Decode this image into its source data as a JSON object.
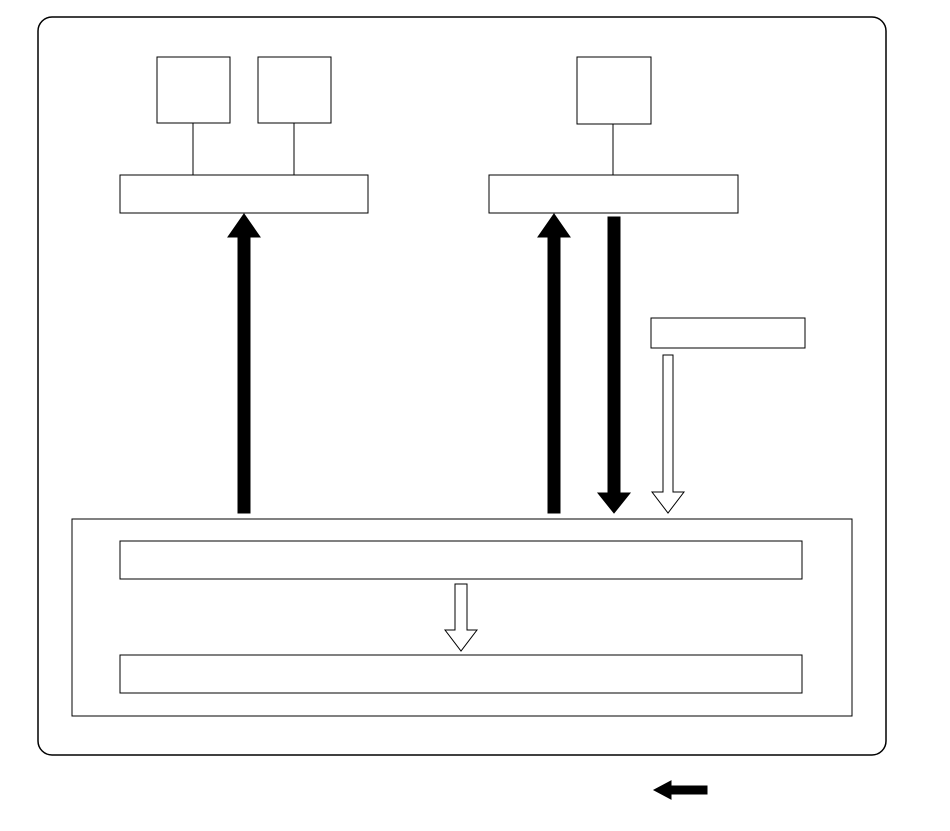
{
  "diagram": {
    "title": "",
    "colors": {
      "background": "#ffffff",
      "stroke": "#000000",
      "solid_arrow": "#000000",
      "hollow_arrow_fill": "#ffffff"
    },
    "boxes": [
      {
        "id": "top-left-box-a",
        "label": ""
      },
      {
        "id": "top-left-box-b",
        "label": ""
      },
      {
        "id": "top-right-box",
        "label": ""
      },
      {
        "id": "left-bar",
        "label": ""
      },
      {
        "id": "right-bar",
        "label": ""
      },
      {
        "id": "side-input-box",
        "label": ""
      },
      {
        "id": "inner-upper-bar",
        "label": ""
      },
      {
        "id": "inner-lower-bar",
        "label": ""
      }
    ],
    "arrows": [
      {
        "id": "up-arrow-left",
        "style": "solid",
        "direction": "up"
      },
      {
        "id": "up-arrow-right",
        "style": "solid",
        "direction": "up"
      },
      {
        "id": "down-arrow-right",
        "style": "solid",
        "direction": "down"
      },
      {
        "id": "side-hollow-arrow",
        "style": "hollow",
        "direction": "down"
      },
      {
        "id": "inner-hollow-arrow",
        "style": "hollow",
        "direction": "down"
      },
      {
        "id": "legend-arrow",
        "style": "solid",
        "direction": "left"
      }
    ],
    "legend": {
      "label": ""
    }
  }
}
